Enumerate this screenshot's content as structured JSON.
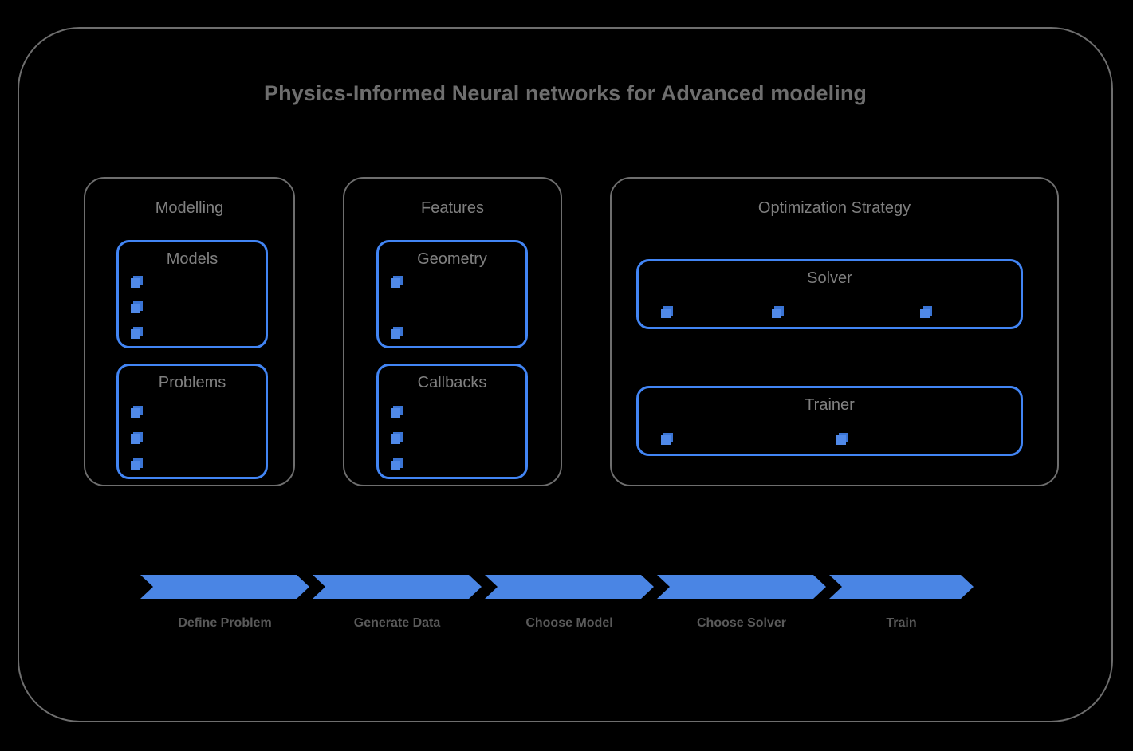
{
  "diagram": {
    "title": "Physics-Informed Neural networks for Advanced modeling",
    "colors": {
      "background": "#000000",
      "frame_border": "#6e6e6e",
      "card_border": "#4285f4",
      "accent_blue": "#4a85e4",
      "title_text": "#6e6e6e",
      "label_text": "#808080",
      "flow_label_text": "#5a5a5a"
    }
  },
  "groups": [
    {
      "title": "Modelling",
      "cards": [
        {
          "title": "Models",
          "bullet_count": 3,
          "bullet_layout": "vertical"
        },
        {
          "title": "Problems",
          "bullet_count": 3,
          "bullet_layout": "vertical"
        }
      ]
    },
    {
      "title": "Features",
      "cards": [
        {
          "title": "Geometry",
          "bullet_count": 2,
          "bullet_layout": "vertical-spread"
        },
        {
          "title": "Callbacks",
          "bullet_count": 3,
          "bullet_layout": "vertical"
        }
      ]
    },
    {
      "title": "Optimization Strategy",
      "cards": [
        {
          "title": "Solver",
          "bullet_count": 3,
          "bullet_layout": "horizontal"
        },
        {
          "title": "Trainer",
          "bullet_count": 2,
          "bullet_layout": "horizontal"
        }
      ]
    }
  ],
  "flow": {
    "steps": [
      {
        "label": "Define Problem"
      },
      {
        "label": "Generate Data"
      },
      {
        "label": "Choose Model"
      },
      {
        "label": "Choose Solver"
      },
      {
        "label": "Train"
      }
    ]
  }
}
